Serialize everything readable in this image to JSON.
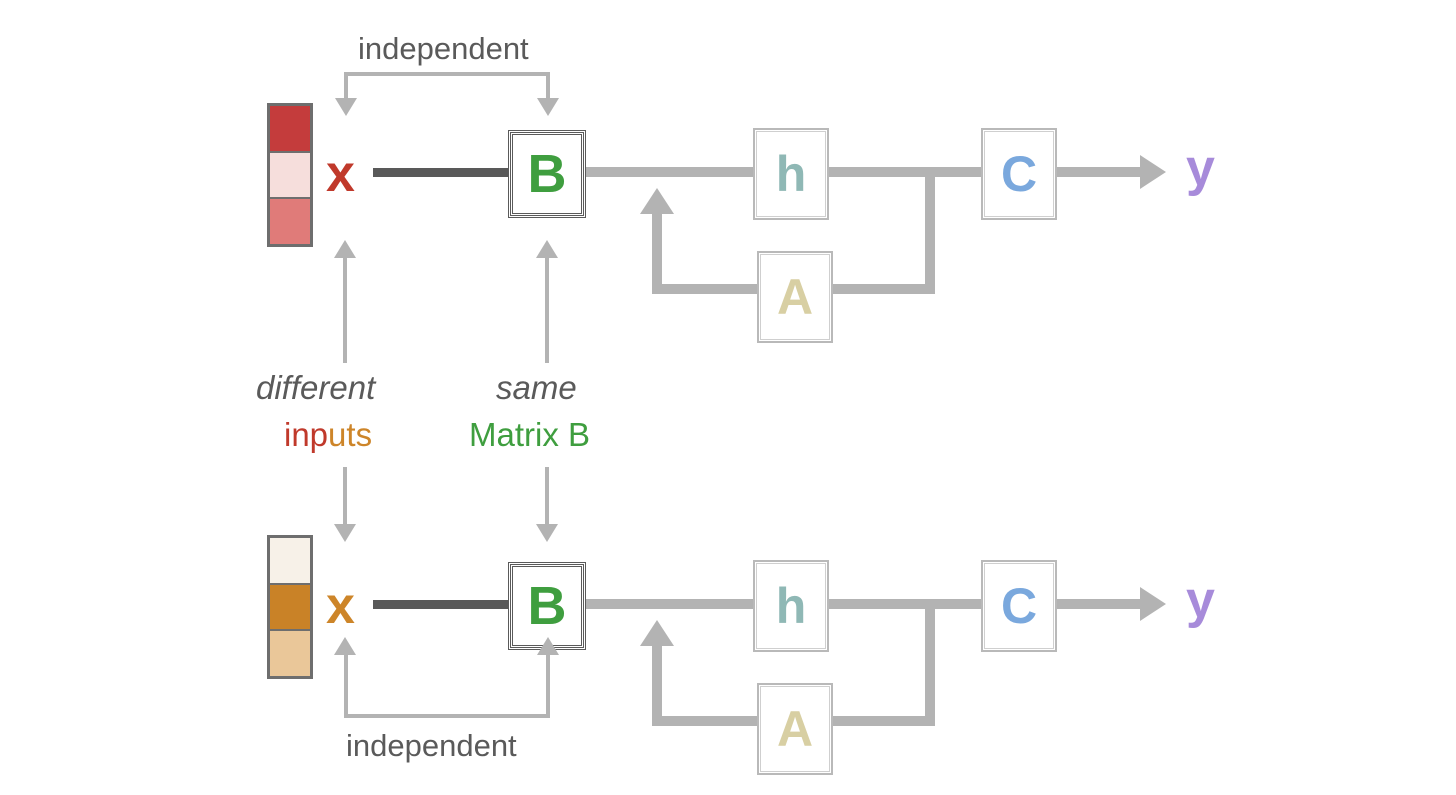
{
  "diagram": {
    "title_text": "",
    "colors": {
      "wire": "#b3b3b3",
      "wire_dark": "#595959",
      "text_gray": "#5a5a5a",
      "block_border_strong": "#5a5a5a",
      "block_border_light": "#b9b9b9",
      "x_top": "#c0392b",
      "x_bottom": "#cd8529",
      "y": "#a78bda",
      "B": "#3f9e3f",
      "h": "#8fb8b5",
      "A": "#d8cfa3",
      "C": "#7aa8dd",
      "inputs_red": "#c0392b",
      "inputs_orange": "#cd8529",
      "matrix_green": "#3f9e3f"
    },
    "rows": [
      {
        "id": "top-row",
        "bracket_label": "independent",
        "input_strip": {
          "name": "input-strip-top",
          "cells": [
            "#c43c3c",
            "#f6dedc",
            "#e07b79"
          ]
        },
        "input_var": "x",
        "output_var": "y",
        "blocks": [
          {
            "id": "B",
            "label": "B"
          },
          {
            "id": "h",
            "label": "h"
          },
          {
            "id": "A",
            "label": "A"
          },
          {
            "id": "C",
            "label": "C"
          }
        ]
      },
      {
        "id": "bottom-row",
        "bracket_label": "independent",
        "input_strip": {
          "name": "input-strip-bottom",
          "cells": [
            "#f7f1e8",
            "#c98227",
            "#eac799"
          ]
        },
        "input_var": "x",
        "output_var": "y",
        "blocks": [
          {
            "id": "B",
            "label": "B"
          },
          {
            "id": "h",
            "label": "h"
          },
          {
            "id": "A",
            "label": "A"
          },
          {
            "id": "C",
            "label": "C"
          }
        ]
      }
    ],
    "middle_annotations": {
      "left": {
        "emphasis": "different",
        "word_part_1": "inp",
        "word_part_2": "uts"
      },
      "right": {
        "emphasis": "same",
        "subject": "Matrix B"
      }
    }
  }
}
